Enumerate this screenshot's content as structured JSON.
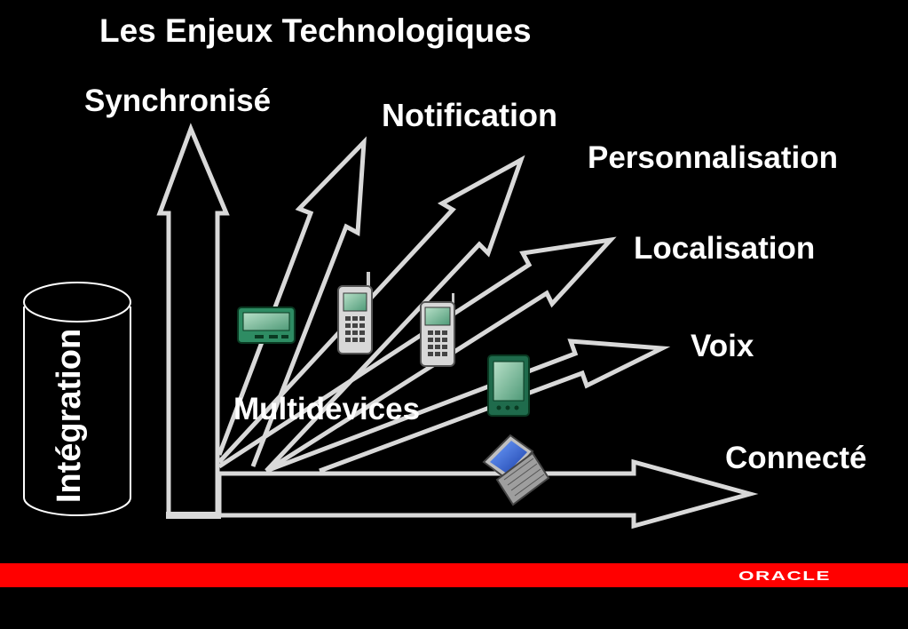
{
  "slide": {
    "title": "Les Enjeux Technologiques",
    "background_color": "#000000",
    "arrow_color": "#d9d9d9",
    "footer_bar_color": "#ff0000",
    "logo_text": "ORACLE"
  },
  "arrows": [
    {
      "label": "Synchronisé"
    },
    {
      "label": "Notification"
    },
    {
      "label": "Personnalisation"
    },
    {
      "label": "Localisation"
    },
    {
      "label": "Voix"
    },
    {
      "label": "Connecté"
    }
  ],
  "center_label": "Multidevices",
  "cylinder_label": "Intégration",
  "devices": [
    {
      "icon": "pager-icon"
    },
    {
      "icon": "mobile-phone-icon"
    },
    {
      "icon": "mobile-phone-icon"
    },
    {
      "icon": "pda-icon"
    },
    {
      "icon": "laptop-icon"
    }
  ]
}
